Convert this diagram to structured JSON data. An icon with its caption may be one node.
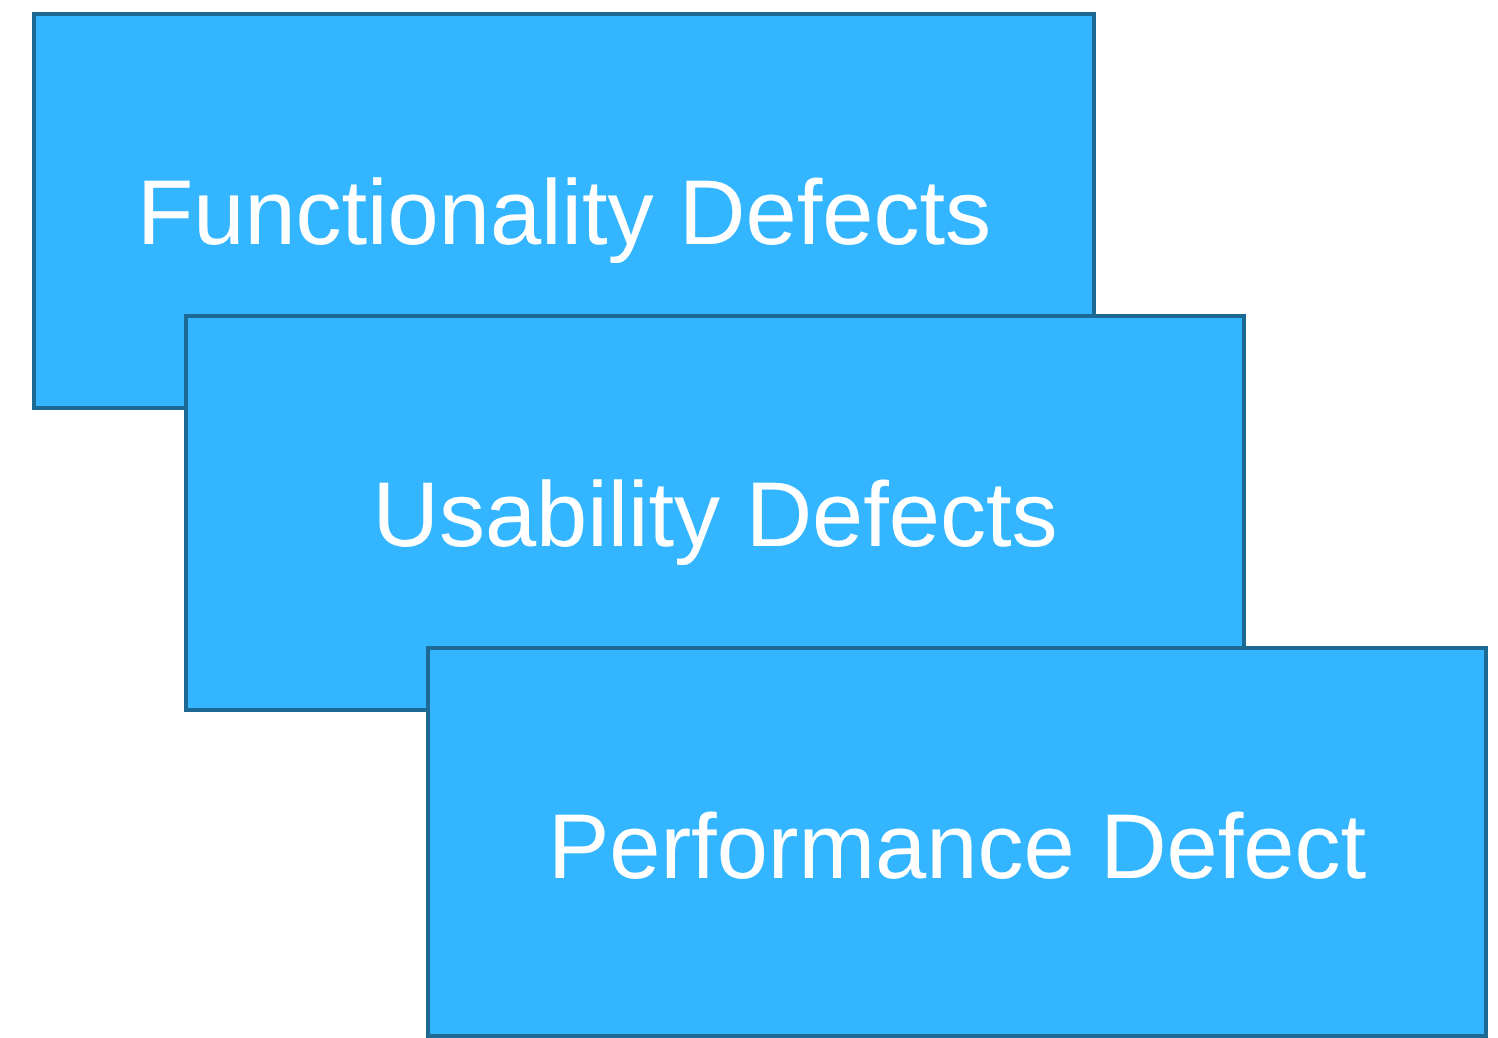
{
  "diagram": {
    "nodes": [
      {
        "text": [
          "Functionality Defects"
        ]
      },
      {
        "text": [
          "Usability Defects"
        ]
      },
      {
        "text": [
          "Performance Defect"
        ]
      }
    ]
  }
}
